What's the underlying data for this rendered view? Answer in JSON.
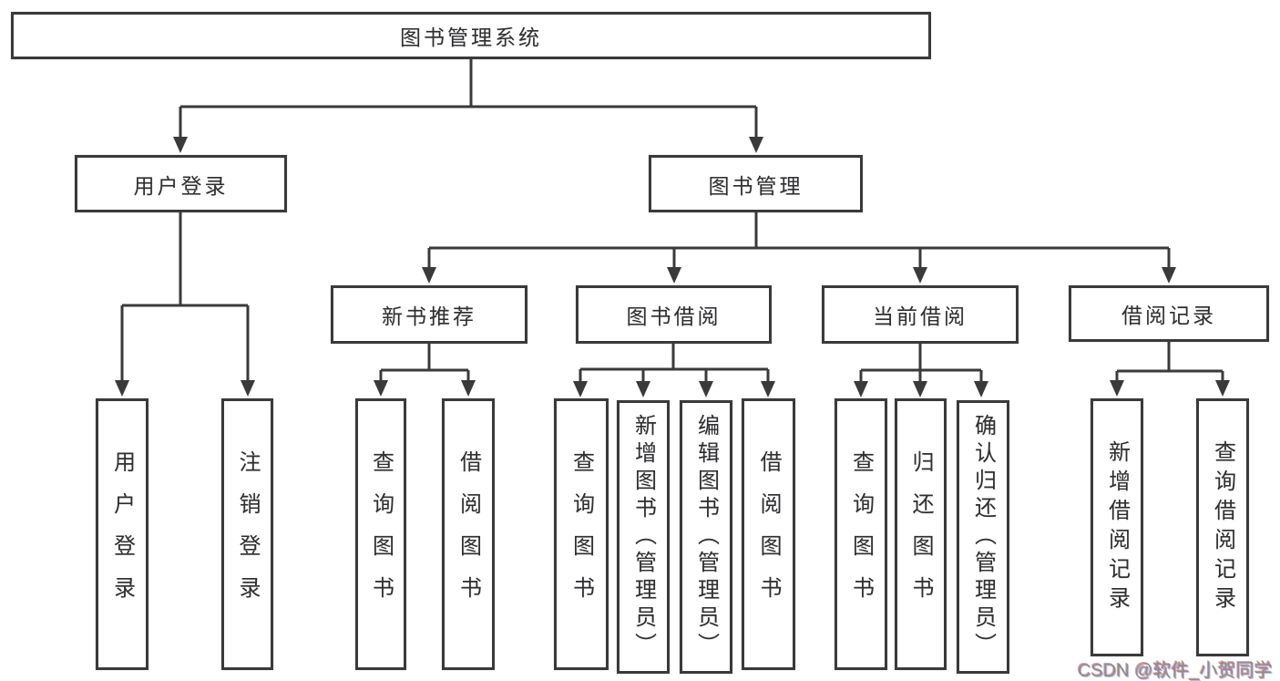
{
  "diagram": {
    "title": "图书管理系统",
    "colors": {
      "line": "#3a3a3a",
      "text": "#2f2f2f",
      "box_fill": "#ffffff",
      "watermark": "#8d8d8d"
    },
    "tree": {
      "root": {
        "label": "图书管理系统",
        "children": [
          {
            "label": "用户登录",
            "children": [
              {
                "label": "用户登录"
              },
              {
                "label": "注销登录"
              }
            ]
          },
          {
            "label": "图书管理",
            "children": [
              {
                "label": "新书推荐",
                "children": [
                  {
                    "label": "查询图书"
                  },
                  {
                    "label": "借阅图书"
                  }
                ]
              },
              {
                "label": "图书借阅",
                "children": [
                  {
                    "label": "查询图书"
                  },
                  {
                    "label": "新增图书（管理员）"
                  },
                  {
                    "label": "编辑图书（管理员）"
                  },
                  {
                    "label": "借阅图书"
                  }
                ]
              },
              {
                "label": "当前借阅",
                "children": [
                  {
                    "label": "查询图书"
                  },
                  {
                    "label": "归还图书"
                  },
                  {
                    "label": "确认归还（管理员）"
                  }
                ]
              },
              {
                "label": "借阅记录",
                "children": [
                  {
                    "label": "新增借阅记录"
                  },
                  {
                    "label": "查询借阅记录"
                  }
                ]
              }
            ]
          }
        ]
      }
    }
  },
  "watermark": {
    "text": "CSDN @软件_小贺同学"
  }
}
